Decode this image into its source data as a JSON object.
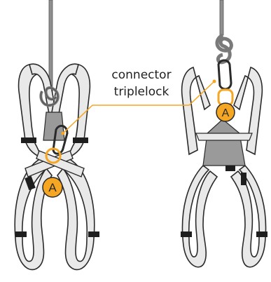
{
  "callout": {
    "line1": "connector",
    "line2": "triplelock"
  },
  "badges": {
    "left": "A",
    "right": "A"
  },
  "colors": {
    "webbing_fill": "#e9e9e9",
    "webbing_stroke": "#2a2a2a",
    "buckle": "#1e1e1e",
    "accent_orange": "#f5a623",
    "plate_grey": "#9a9a9a",
    "rope_grey": "#8f8f8f",
    "leader_line": "#f5a623"
  },
  "icons": {
    "connector": "carabiner-icon",
    "attachment": "attachment-point-badge"
  }
}
